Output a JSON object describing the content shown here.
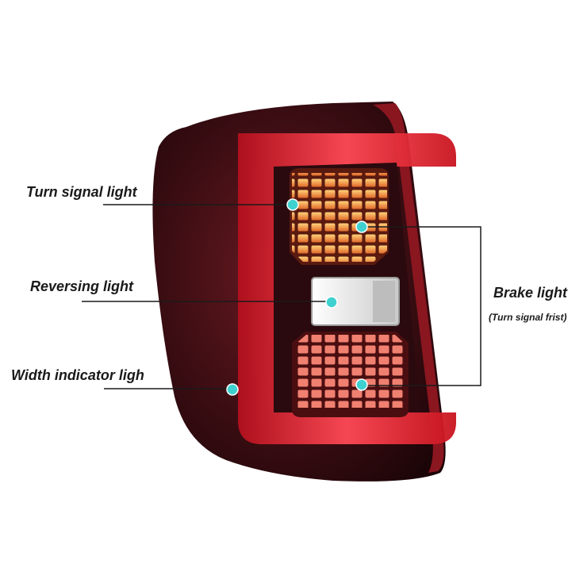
{
  "labels": {
    "turn_signal": "Turn signal light",
    "reversing": "Reversing light",
    "width_indicator": "Width indicator ligh",
    "brake": "Brake light",
    "brake_note": "(Turn signal frist)"
  },
  "colors": {
    "background": "#ffffff",
    "marker": "#3fd1cf",
    "leader_line": "#1a1a1a",
    "housing": "#3a0f14",
    "light_bar": "#ff2a3a",
    "led": "#f09a3a",
    "reverse_lens": "#f4f4f4"
  }
}
